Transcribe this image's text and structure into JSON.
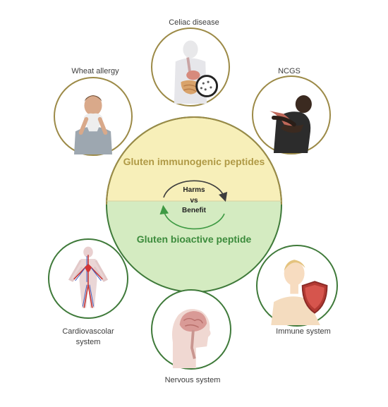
{
  "labels": {
    "celiac": "Celiac disease",
    "wheat": "Wheat allergy",
    "ncgs": "NCGS",
    "cardio_1": "Cardiovascolar",
    "cardio_2": "system",
    "immune": "Immune system",
    "nervous": "Nervous system"
  },
  "center": {
    "top_title": "Gluten immunogenic peptides",
    "bottom_title": "Gluten bioactive peptide",
    "cycle_1": "Harms",
    "cycle_2": "vs",
    "cycle_3": "Benefit"
  },
  "colors": {
    "top_fill": "#f7efb9",
    "bottom_fill": "#d4ebc1",
    "top_text": "#b09a46",
    "bottom_text": "#3c8b3c",
    "top_ring": "#9c8a47",
    "bottom_ring": "#3f7a3a"
  }
}
